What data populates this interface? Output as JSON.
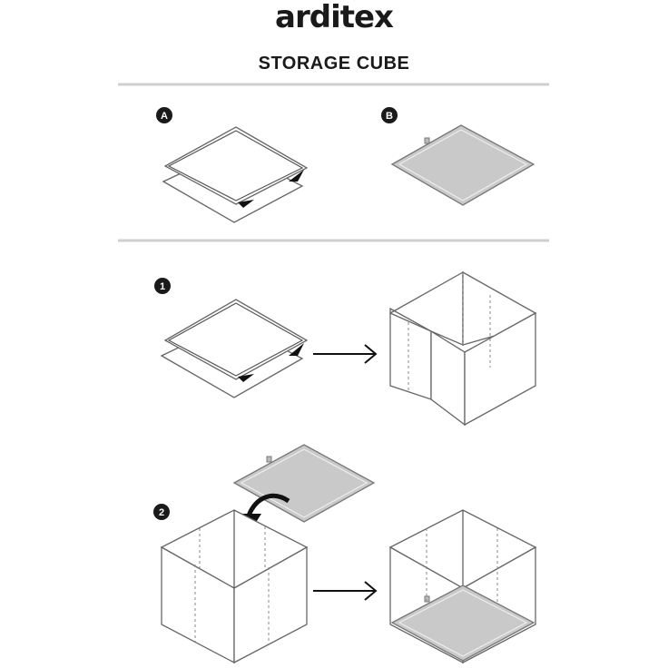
{
  "brand": {
    "logo_text": "arditex"
  },
  "title": "STORAGE CUBE",
  "labels": {
    "part_a": "A",
    "part_b": "B",
    "step_1": "1",
    "step_2": "2"
  },
  "colors": {
    "ink": "#1a1a1a",
    "plate_fill": "#c9c9c9",
    "divider": "#cfcfcf"
  }
}
